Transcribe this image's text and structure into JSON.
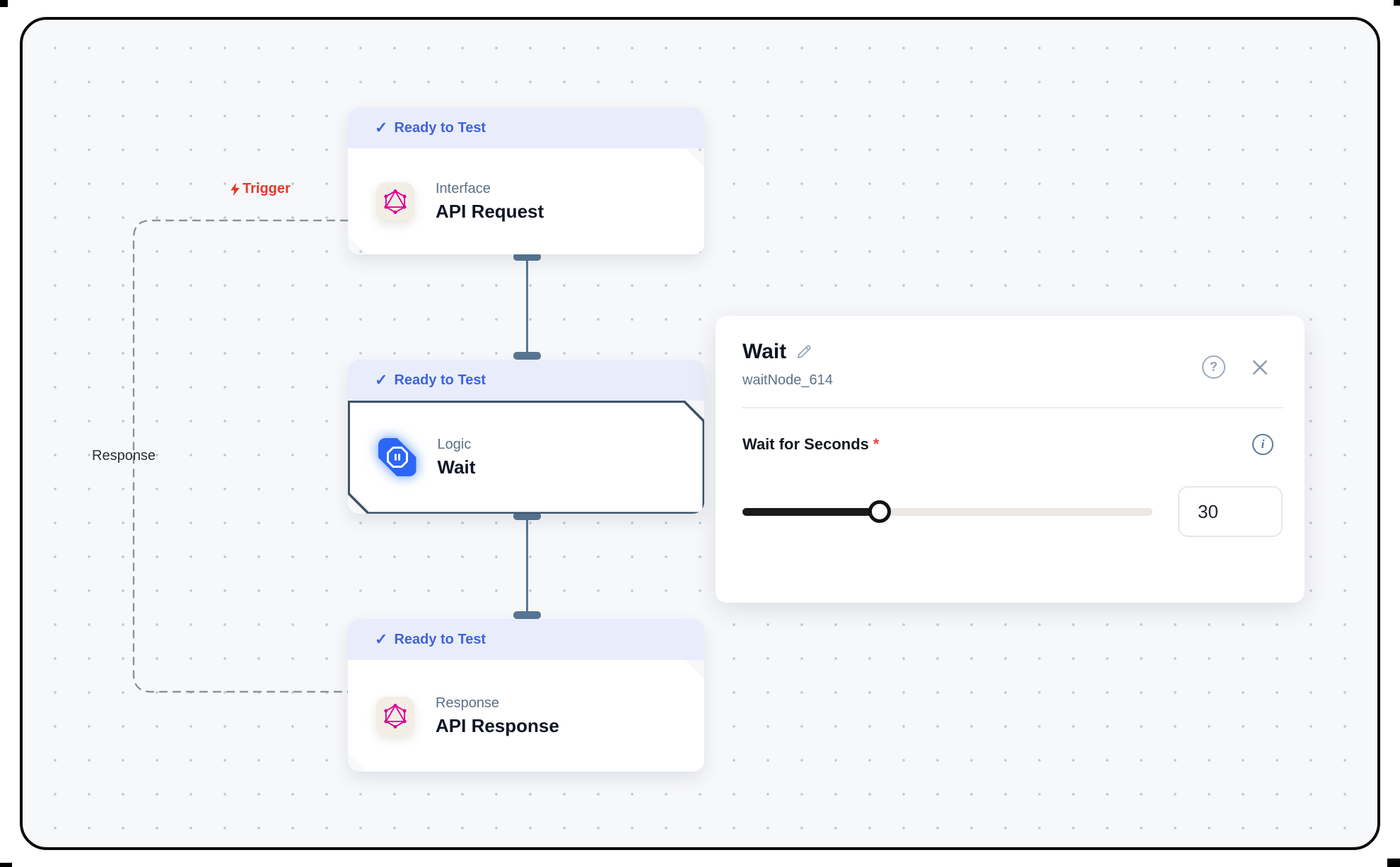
{
  "canvas": {
    "nodes": [
      {
        "status": "Ready to Test",
        "category": "Interface",
        "title": "API Request"
      },
      {
        "status": "Ready to Test",
        "category": "Logic",
        "title": "Wait"
      },
      {
        "status": "Ready to Test",
        "category": "Response",
        "title": "API Response"
      }
    ],
    "edge_labels": {
      "trigger": "Trigger",
      "response": "Response"
    }
  },
  "panel": {
    "title": "Wait",
    "node_id": "waitNode_614",
    "help_label": "?",
    "field": {
      "label": "Wait for Seconds",
      "required_mark": "*",
      "value": "30",
      "fill_style": "width:33.5%",
      "thumb_style": "left:calc(33.5% - 16px)"
    }
  },
  "glyphs": {
    "check": "✓"
  },
  "colors": {
    "badge_bg": "#e9edfb",
    "badge_text": "#3e63dd",
    "selected_border": "#3e5268",
    "connector": "#587693",
    "trigger_red": "#e5392f",
    "graphql_pink": "#e10098",
    "wait_blue": "#2b66f6",
    "canvas_bg": "#f7f8fa"
  }
}
